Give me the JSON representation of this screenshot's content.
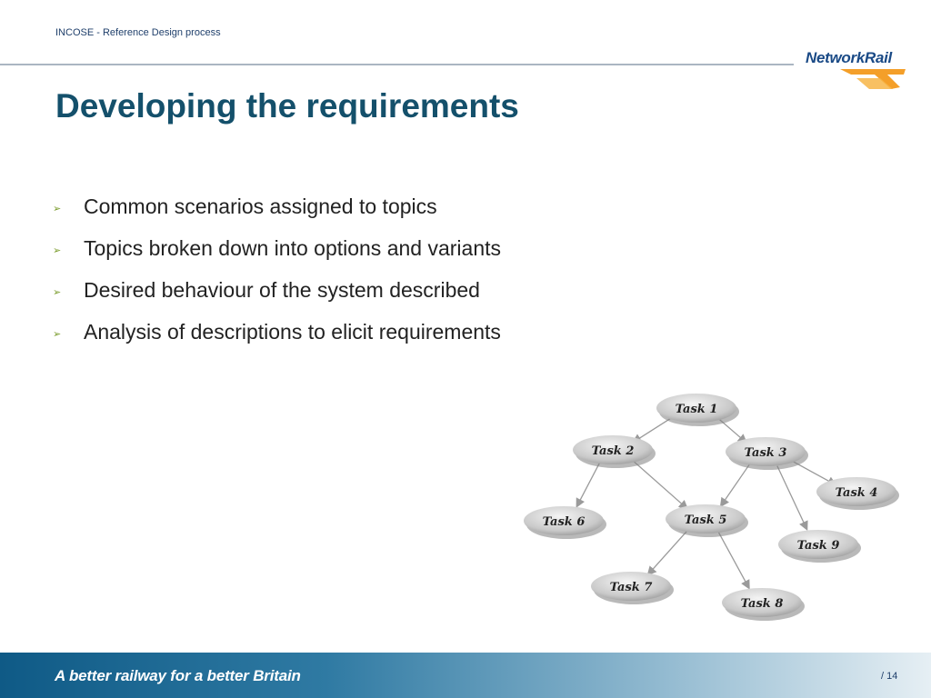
{
  "header": {
    "text": "INCOSE - Reference Design process"
  },
  "logo": {
    "text": "NetworkRail",
    "colors": {
      "text": "#1a4a86",
      "arrow": "#f39a1e"
    }
  },
  "slide": {
    "title": "Developing the requirements",
    "bullets": [
      "Common scenarios assigned to topics",
      "Topics broken down into options and variants",
      "Desired behaviour of the system described",
      "Analysis of descriptions to elicit requirements"
    ],
    "bullet_glyph": "➢"
  },
  "diagram": {
    "nodes": [
      {
        "id": "task1",
        "label": "Task 1"
      },
      {
        "id": "task2",
        "label": "Task 2"
      },
      {
        "id": "task3",
        "label": "Task 3"
      },
      {
        "id": "task4",
        "label": "Task 4"
      },
      {
        "id": "task5",
        "label": "Task 5"
      },
      {
        "id": "task6",
        "label": "Task 6"
      },
      {
        "id": "task7",
        "label": "Task 7"
      },
      {
        "id": "task8",
        "label": "Task 8"
      },
      {
        "id": "task9",
        "label": "Task 9"
      }
    ],
    "edges": [
      [
        "task1",
        "task2"
      ],
      [
        "task1",
        "task3"
      ],
      [
        "task2",
        "task6"
      ],
      [
        "task2",
        "task5"
      ],
      [
        "task3",
        "task5"
      ],
      [
        "task3",
        "task4"
      ],
      [
        "task3",
        "task9"
      ],
      [
        "task5",
        "task7"
      ],
      [
        "task5",
        "task8"
      ]
    ]
  },
  "footer": {
    "slogan": "A better railway for a better Britain",
    "page": "/ 14"
  }
}
